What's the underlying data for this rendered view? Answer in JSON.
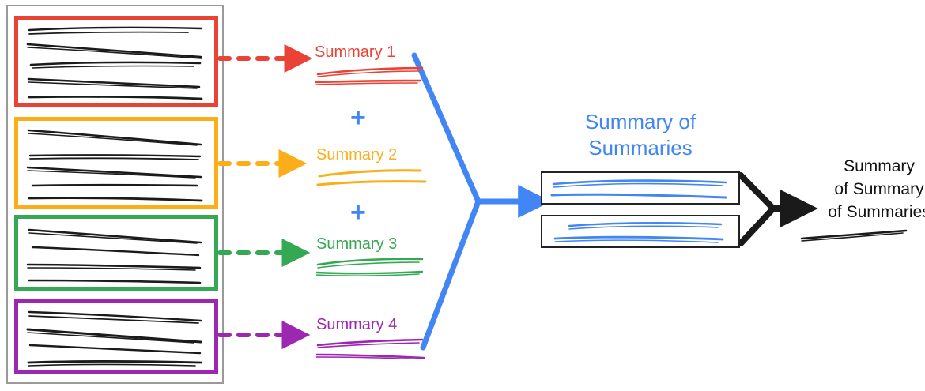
{
  "diagram": {
    "type": "hierarchical-summarization-flowchart",
    "background": "#ffffff",
    "colors": {
      "red": "#EA4335",
      "orange": "#FBAE17",
      "green": "#34A853",
      "purple": "#9C27B0",
      "blue": "#4285F4",
      "black": "#1a1a1a",
      "container_gray": "#9a9a9a"
    }
  },
  "documents": {
    "container_name": "source-documents",
    "groups": [
      {
        "id": "doc-group-1",
        "color": "#EA4335",
        "line_count": 5
      },
      {
        "id": "doc-group-2",
        "color": "#FBAE17",
        "line_count": 5
      },
      {
        "id": "doc-group-3",
        "color": "#34A853",
        "line_count": 4
      },
      {
        "id": "doc-group-4",
        "color": "#9C27B0",
        "line_count": 4
      }
    ]
  },
  "summaries": [
    {
      "label": "Summary 1",
      "color": "#EA4335"
    },
    {
      "label": "Summary 2",
      "color": "#FBAE17"
    },
    {
      "label": "Summary 3",
      "color": "#34A853"
    },
    {
      "label": "Summary 4",
      "color": "#9C27B0"
    }
  ],
  "operators": {
    "plus": "+",
    "plus_count": 2,
    "plus_color": "#4285F4"
  },
  "summary_of_summaries": {
    "title_line_1": "Summary of",
    "title_line_2": "Summaries",
    "color": "#4285F4",
    "box_count": 2
  },
  "final_output": {
    "title_line_1": "Summary",
    "title_line_2": "of Summary",
    "title_line_3": "of Summaries",
    "color": "#111111"
  },
  "connectors": {
    "dashed_arrows": [
      {
        "name": "doc-1-to-summary-1",
        "color": "#EA4335",
        "style": "dashed"
      },
      {
        "name": "doc-2-to-summary-2",
        "color": "#FBAE17",
        "style": "dashed"
      },
      {
        "name": "doc-3-to-summary-3",
        "color": "#34A853",
        "style": "dashed"
      },
      {
        "name": "doc-4-to-summary-4",
        "color": "#9C27B0",
        "style": "dashed"
      }
    ],
    "merge_arrow_blue": {
      "name": "summaries-merge-arrow",
      "color": "#4285F4",
      "style": "solid"
    },
    "merge_arrow_black": {
      "name": "sos-merge-arrow",
      "color": "#1a1a1a",
      "style": "solid"
    }
  }
}
